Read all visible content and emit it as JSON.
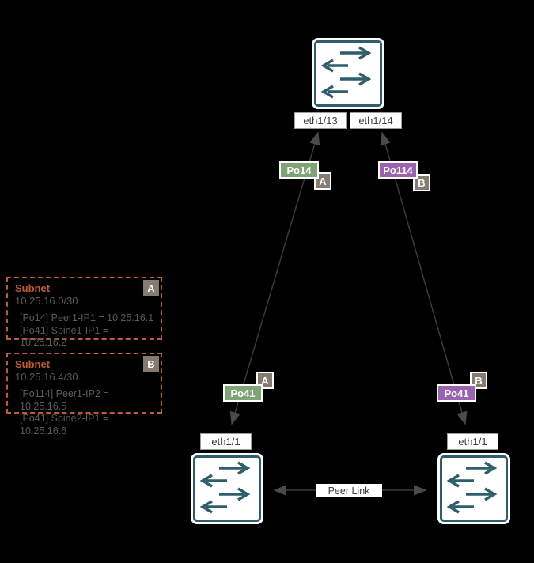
{
  "ports": {
    "spine_left": "eth1/13",
    "spine_right": "eth1/14",
    "peer1": "eth1/1",
    "peer2": "eth1/1"
  },
  "port_channels": {
    "po14": "Po14",
    "po114": "Po114",
    "po41_a": "Po41",
    "po41_b": "Po41"
  },
  "badges": {
    "a": "A",
    "b": "B"
  },
  "peer_link_label": "Peer Link",
  "subnets": {
    "a": {
      "title": "Subnet",
      "badge": "A",
      "cidr": "10.25.16.0/30",
      "lines": [
        "[Po14] Peer1-IP1 = 10.25.16.1",
        "[Po41] Spine1-IP1 = 10.25.16.2"
      ]
    },
    "b": {
      "title": "Subnet",
      "badge": "B",
      "cidr": "10.25.16.4/30",
      "lines": [
        "[Po114] Peer1-IP2 = 10.25.16.5",
        "[Po41] Spine2-IP1 = 10.25.16.6"
      ]
    }
  },
  "colors": {
    "background": "#000000",
    "switch_teal": "#2E5D6B",
    "port_channel_green": "#7EA476",
    "port_channel_purple": "#9C62B2",
    "badge_gray": "#867B70",
    "subnet_orange": "#C05A2B",
    "subnet_text_gray": "#5a5a5a",
    "connector_line": "#3a3a3a",
    "arrowhead": "#4a4a4a"
  }
}
